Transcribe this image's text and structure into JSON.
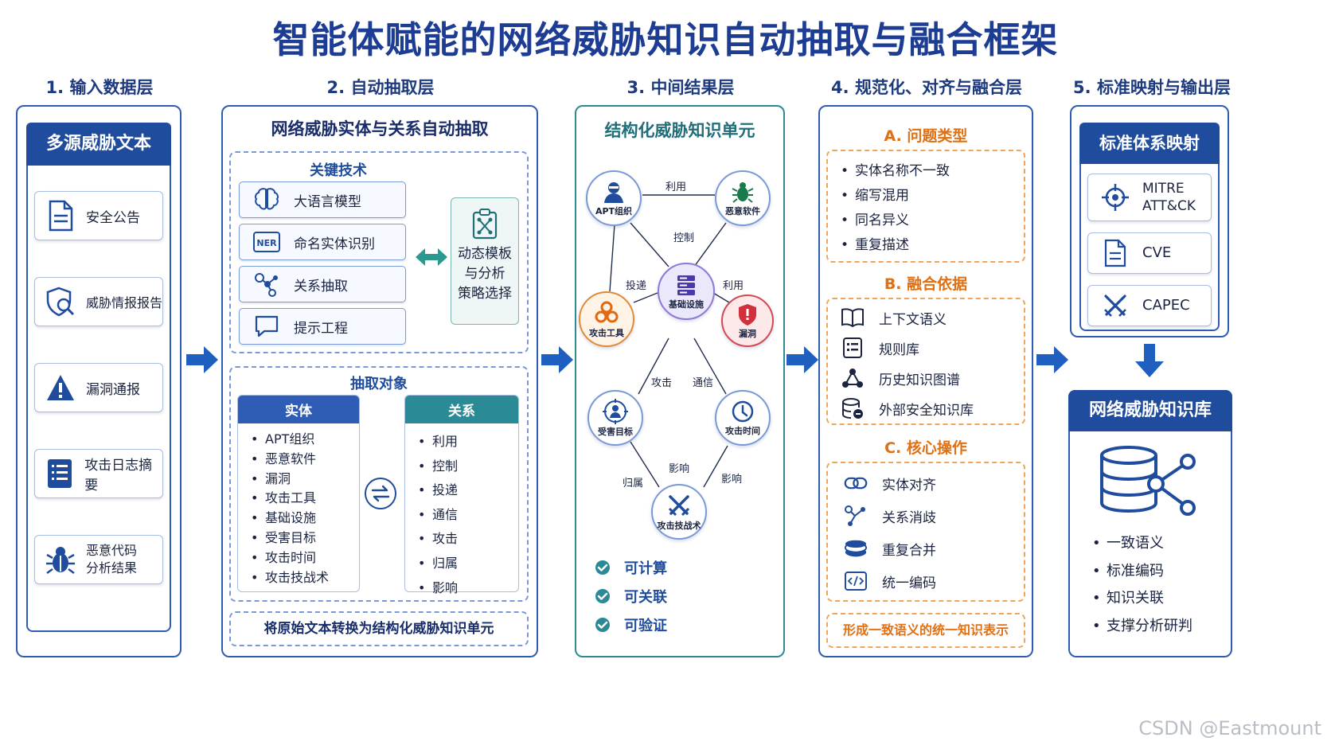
{
  "title": "智能体赋能的网络威胁知识自动抽取与融合框架",
  "layers": [
    "1. 输入数据层",
    "2. 自动抽取层",
    "3. 中间结果层",
    "4. 规范化、对齐与融合层",
    "5. 标准映射与输出层"
  ],
  "input": {
    "header": "多源威胁文本",
    "items": [
      {
        "label": "安全公告",
        "icon": "document-icon"
      },
      {
        "label": "威胁情报报告",
        "icon": "shield-search-icon"
      },
      {
        "label": "漏洞通报",
        "icon": "warning-icon"
      },
      {
        "label": "攻击日志摘要",
        "icon": "log-list-icon"
      },
      {
        "label": "恶意代码\n分析结果",
        "icon": "bug-icon"
      }
    ]
  },
  "extract": {
    "header": "网络威胁实体与关系自动抽取",
    "tech_title": "关键技术",
    "techs": [
      {
        "label": "大语言模型",
        "icon": "brain-icon"
      },
      {
        "label": "命名实体识别",
        "icon": "ner-icon",
        "badge": "NER"
      },
      {
        "label": "关系抽取",
        "icon": "relation-graph-icon"
      },
      {
        "label": "提示工程",
        "icon": "chat-bubble-icon"
      }
    ],
    "strategy": "动态模板\n与分析\n策略选择",
    "target_title": "抽取对象",
    "entity_header": "实体",
    "entities": [
      "APT组织",
      "恶意软件",
      "漏洞",
      "攻击工具",
      "基础设施",
      "受害目标",
      "攻击时间",
      "攻击技战术"
    ],
    "relation_header": "关系",
    "relations": [
      "利用",
      "控制",
      "投递",
      "通信",
      "攻击",
      "归属",
      "影响"
    ],
    "footer": "将原始文本转换为结构化威胁知识单元"
  },
  "middle": {
    "header": "结构化威胁知识单元",
    "nodes": {
      "apt": "APT组织",
      "malware": "恶意软件",
      "infra": "基础设施",
      "tool": "攻击工具",
      "vuln": "漏洞",
      "victim": "受害目标",
      "time": "攻击时间",
      "ttp": "攻击技战术"
    },
    "edges": {
      "apt_malware": "利用",
      "malware_infra": "控制",
      "infra_tool": "投递",
      "infra_vuln": "利用",
      "infra_victim": "攻击",
      "infra_time": "通信",
      "ttp_victim": "归属",
      "ttp_mid": "影响",
      "ttp_time": "影响"
    },
    "checks": [
      "可计算",
      "可关联",
      "可验证"
    ]
  },
  "fusion": {
    "a_title": "A. 问题类型",
    "a_items": [
      "实体名称不一致",
      "缩写混用",
      "同名异义",
      "重复描述"
    ],
    "b_title": "B. 融合依据",
    "b_items": [
      {
        "label": "上下文语义",
        "icon": "book-icon"
      },
      {
        "label": "规则库",
        "icon": "rules-icon"
      },
      {
        "label": "历史知识图谱",
        "icon": "graph-icon"
      },
      {
        "label": "外部安全知识库",
        "icon": "database-icon"
      }
    ],
    "c_title": "C. 核心操作",
    "c_items": [
      {
        "label": "实体对齐",
        "icon": "link-icon"
      },
      {
        "label": "关系消歧",
        "icon": "nodes-icon"
      },
      {
        "label": "重复合并",
        "icon": "stack-icon"
      },
      {
        "label": "统一编码",
        "icon": "code-icon"
      }
    ],
    "footer": "形成一致语义的统一知识表示"
  },
  "output": {
    "std_header": "标准体系映射",
    "standards": [
      {
        "label": "MITRE\nATT&CK",
        "icon": "crosshair-icon"
      },
      {
        "label": "CVE",
        "icon": "document-icon"
      },
      {
        "label": "CAPEC",
        "icon": "crossed-swords-icon"
      }
    ],
    "kb_header": "网络威胁知识库",
    "kb_items": [
      "一致语义",
      "标准编码",
      "知识关联",
      "支撑分析研判"
    ]
  },
  "watermark": "CSDN @Eastmount",
  "colors": {
    "primary": "#1f4c9c",
    "teal": "#2a8a95",
    "orange": "#e07012"
  }
}
